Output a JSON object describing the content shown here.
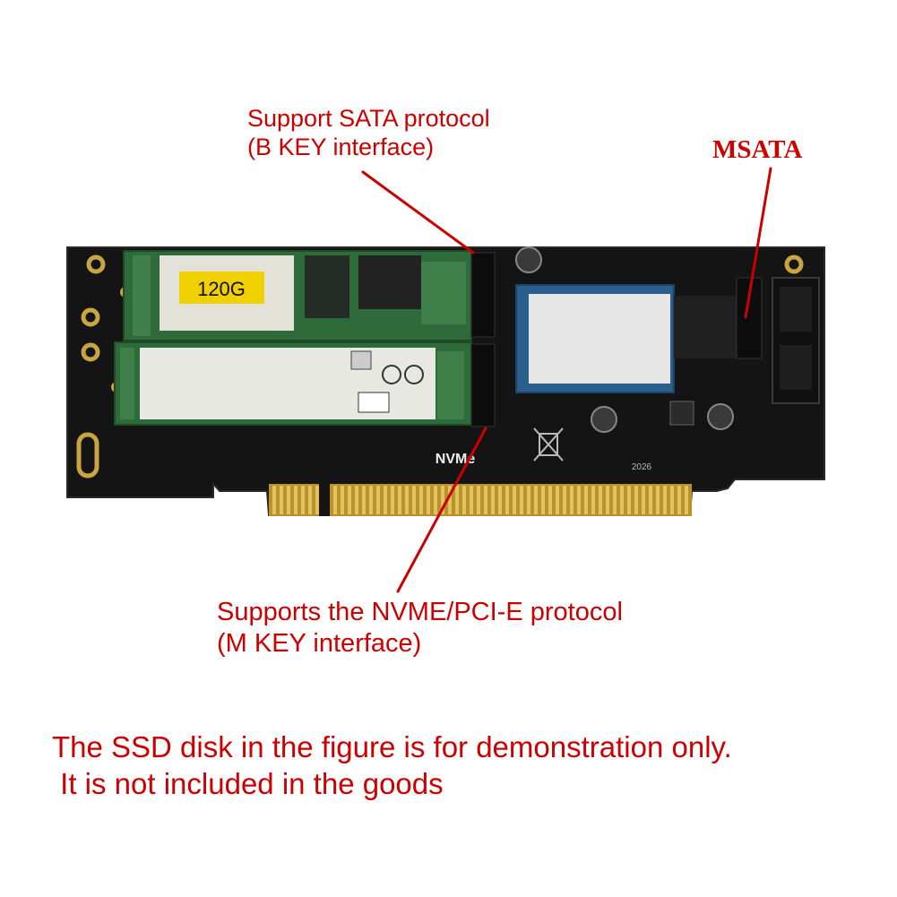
{
  "annotations": {
    "sata_protocol": {
      "line1": "Support SATA protocol",
      "line2": "(B KEY interface)"
    },
    "msata": "MSATA",
    "nvme_protocol": {
      "line1": "Supports the NVME/PCI-E protocol",
      "line2": "(M KEY interface)"
    },
    "disclaimer": {
      "line1": "The SSD disk in the figure is for demonstration only.",
      "line2": " It is not included in the goods"
    }
  },
  "board": {
    "silkscreen_nvme": "NVMe",
    "silkscreen_year": "2026",
    "top_ssd_capacity_label": "120G"
  },
  "colors": {
    "annotation_red": "#cc0000",
    "pcb": "#1a1a1a",
    "ssd_green": "#2e6b3a",
    "msata_blue": "#2a5e8c",
    "gold_contacts": "#c9a541"
  }
}
